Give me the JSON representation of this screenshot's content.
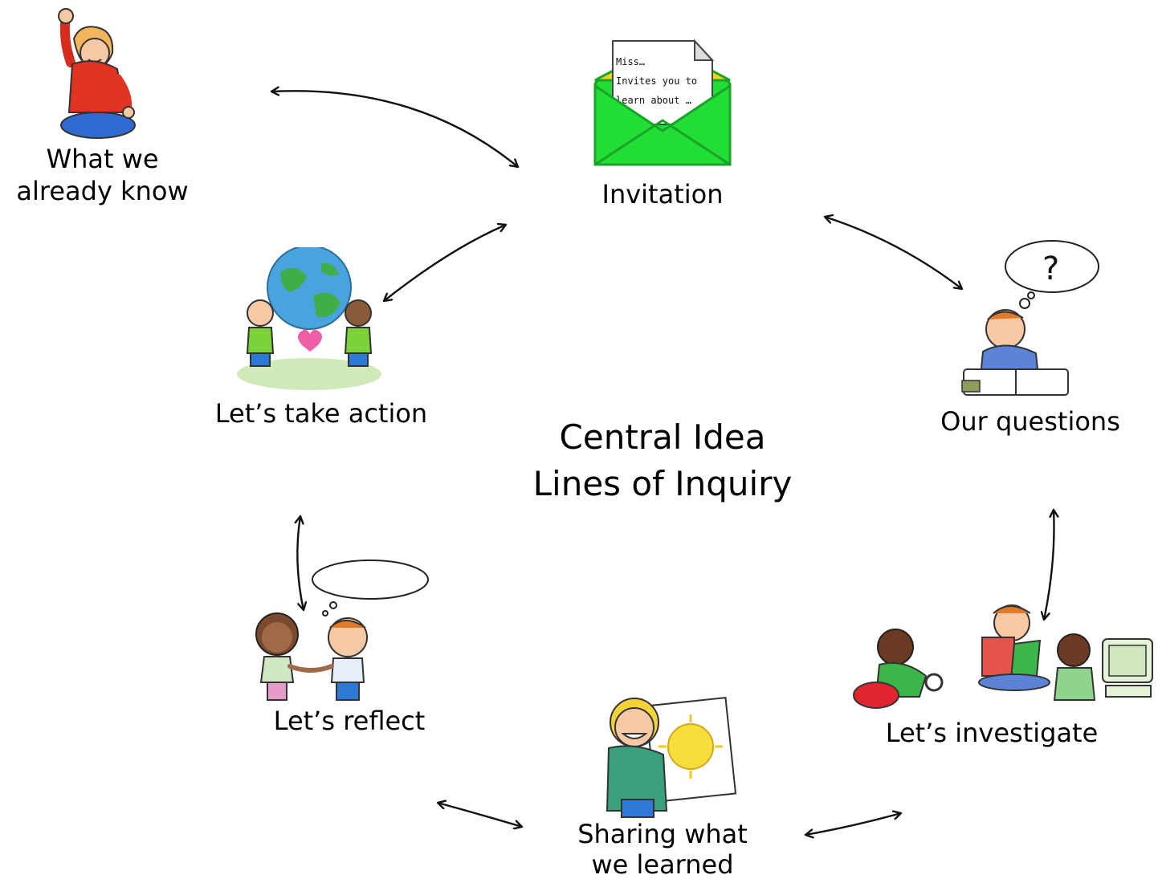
{
  "diagram": {
    "central": {
      "line1": "Central Idea",
      "line2": "Lines of Inquiry"
    },
    "nodes": {
      "invitation": {
        "label": "Invitation"
      },
      "our_questions": {
        "label": "Our questions"
      },
      "lets_investigate": {
        "label": "Let’s investigate"
      },
      "sharing": {
        "label": "Sharing what\nwe learned"
      },
      "lets_reflect": {
        "label": "Let’s reflect"
      },
      "lets_take_action": {
        "label": "Let’s take action"
      },
      "what_we_know": {
        "label": "What we\nalready know"
      }
    },
    "envelope_note": {
      "line1": "Miss…",
      "line2": "Invites you to",
      "line3": "learn about …"
    },
    "question_mark": "?"
  },
  "colors": {
    "envelope_green": "#22dd33",
    "envelope_inner": "#f2d21e",
    "arrow": "#111111"
  }
}
